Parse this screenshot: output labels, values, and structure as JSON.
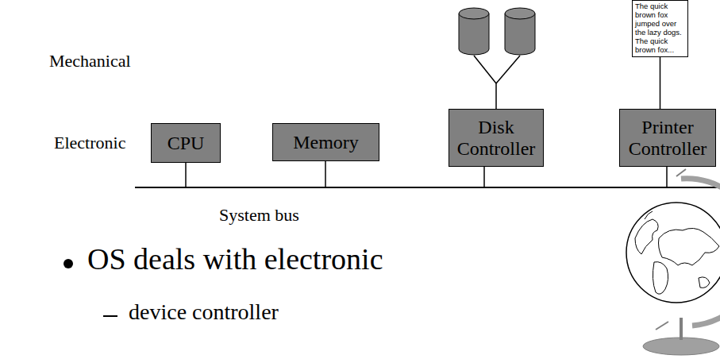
{
  "diagram": {
    "nodes": [
      {
        "text": [
          "CPU"
        ]
      },
      {
        "text": [
          "Memory"
        ]
      },
      {
        "text": [
          "Disk Controller"
        ]
      },
      {
        "text": [
          "Printer Controller"
        ]
      },
      {
        "text": [
          "The quick brown fox jumped over the lazy dogs.  The quick brown fox..."
        ]
      }
    ],
    "edges": [
      {
        "from": 3,
        "to": 4,
        "arrow": "none"
      }
    ],
    "labels": [
      "Mechanical",
      "Electronic",
      "System bus",
      "OS deals with electronic",
      "device controller"
    ]
  }
}
